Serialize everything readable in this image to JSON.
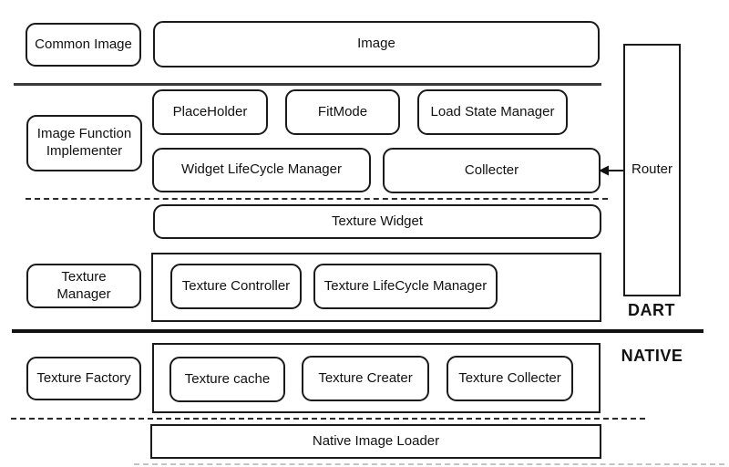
{
  "diagram": {
    "layer_labels": {
      "dart": "DART",
      "native": "NATIVE"
    },
    "boxes": {
      "common_image": "Common Image",
      "image": "Image",
      "image_function_implementer": "Image Function Implementer",
      "placeholder": "PlaceHolder",
      "fitmode": "FitMode",
      "load_state_manager": "Load State Manager",
      "widget_lifecycle_manager": "Widget LifeCycle Manager",
      "collecter": "Collecter",
      "router": "Router",
      "texture_widget": "Texture Widget",
      "texture_manager": "Texture Manager",
      "texture_controller": "Texture Controller",
      "texture_lifecycle_manager": "Texture LifeCycle Manager",
      "texture_factory": "Texture Factory",
      "texture_cache": "Texture cache",
      "texture_creater": "Texture Creater",
      "texture_collecter": "Texture  Collecter",
      "native_image_loader": "Native  Image Loader"
    },
    "colors": {
      "border": "#1a1a1a",
      "background": "#ffffff",
      "divider_thick": "#111111"
    }
  }
}
